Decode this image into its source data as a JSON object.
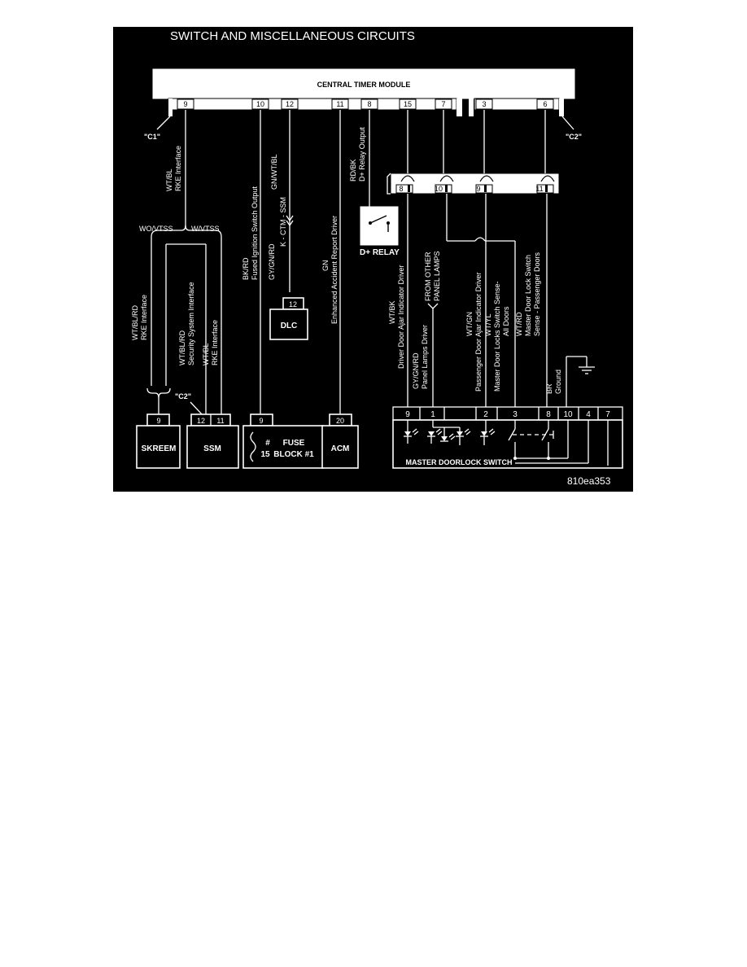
{
  "title": "SWITCH AND MISCELLANEOUS CIRCUITS",
  "figure_id": "810ea353",
  "central_module": {
    "name": "CENTRAL TIMER MODULE",
    "connector_c1": "\"C1\"",
    "connector_c2": "\"C2\"",
    "c1_pins": [
      "9",
      "10",
      "12",
      "11",
      "8",
      "15",
      "7"
    ],
    "c2_pins": [
      "3",
      "6"
    ]
  },
  "splice_pins": [
    "8",
    "10",
    "9",
    "11"
  ],
  "branches": {
    "wo_vtss": "WO/VTSS",
    "w_vtss": "W/VTSS"
  },
  "wires": {
    "rke_main_color": "WT/BL",
    "rke_main_desc": "RKE Interface",
    "skreem_color": "WT/BL/RD",
    "skreem_desc": "RKE Interface",
    "security_color": "WT/BL/RD",
    "security_desc": "Security System Interface",
    "ssm_rke_color": "WT/BL",
    "ssm_rke_desc": "RKE Interface",
    "fused_color": "BK/RD",
    "fused_desc": "Fused Ignition Switch Output",
    "ccd_color1": "GY/GN/RD",
    "ccd_color2": "GN/WT/BL",
    "ccd_desc": "K - CTM - SSM",
    "acm_color": "GN",
    "acm_desc": "Enhanced Accident Report Driver",
    "relay_color": "RD/BK",
    "relay_desc": "D+ Relay Output",
    "driver_ajar_color": "WT/BK",
    "driver_ajar_desc": "Driver Door Ajar Indicator Driver",
    "panel_color": "GY/GN/RD",
    "panel_desc": "Panel Lamps Driver",
    "from_other_1": "FROM OTHER",
    "from_other_2": "PANEL LAMPS",
    "pass_ajar_color": "WT/GN",
    "pass_ajar_desc": "Passenger Door Ajar Indicator Driver",
    "all_doors_color": "WT/YL",
    "all_doors_desc1": "Master Door Locks Switch Sense-",
    "all_doors_desc2": "All Doors",
    "pass_doors_color": "WT/RD",
    "pass_doors_desc1": "Master Door Lock Switch",
    "pass_doors_desc2": "Sense - Passenger Doors",
    "ground_color": "BR",
    "ground_desc": "Ground"
  },
  "components": {
    "skreem": {
      "name": "SKREEM",
      "pin": "9"
    },
    "ssm": {
      "name": "SSM",
      "pins": [
        "12",
        "11"
      ],
      "connector": "\"C2\""
    },
    "fuse": {
      "name1": "FUSE",
      "name2": "BLOCK #1",
      "hash": "#",
      "number": "15",
      "pin": "9"
    },
    "acm": {
      "name": "ACM",
      "pin": "20"
    },
    "dlc": {
      "name": "DLC",
      "pin": "12"
    },
    "relay": {
      "name": "D+ RELAY"
    },
    "master_switch": {
      "name": "MASTER DOORLOCK SWITCH",
      "pins": [
        "9",
        "1",
        "2",
        "3",
        "8",
        "10",
        "4",
        "7"
      ]
    }
  }
}
